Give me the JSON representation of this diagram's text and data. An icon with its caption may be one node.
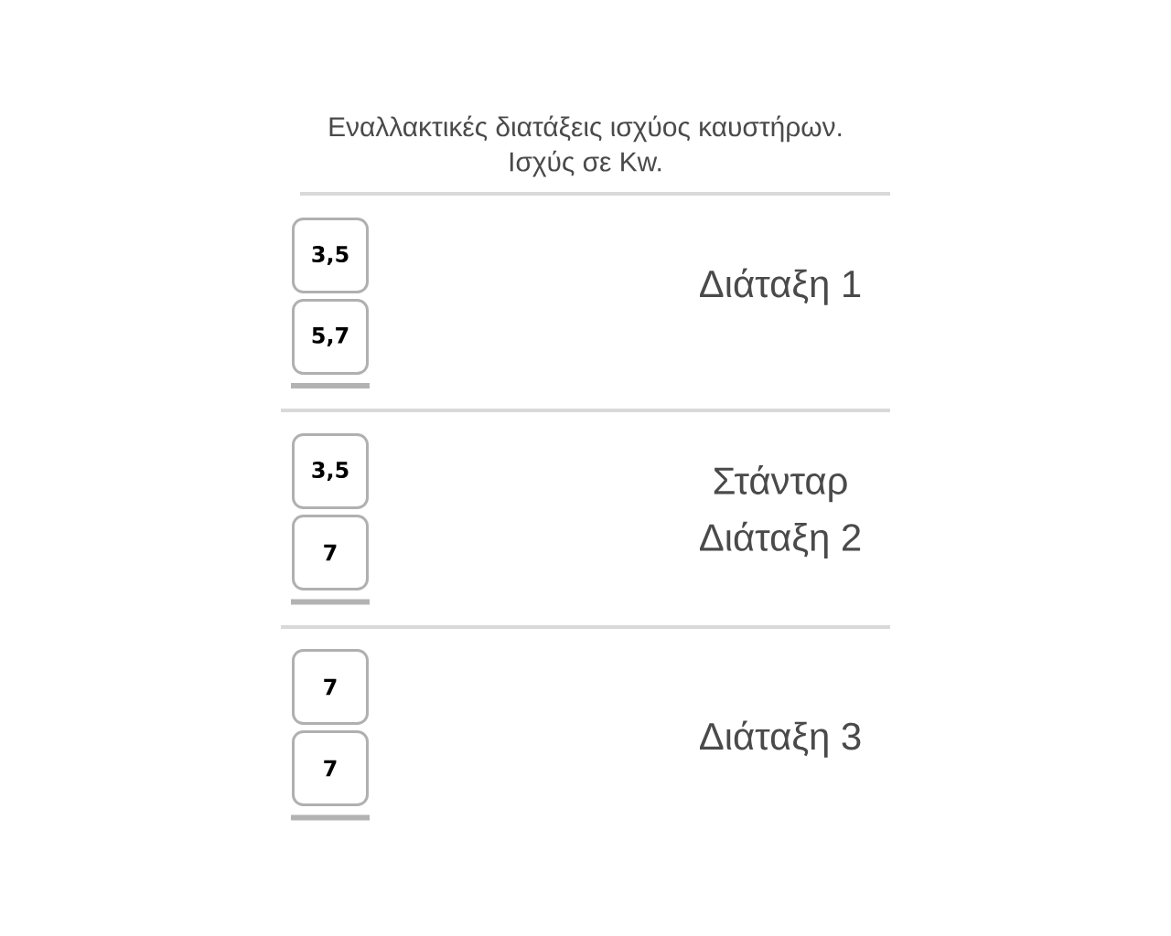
{
  "diagram": {
    "title": "Εναλλακτικές διατάξεις ισχύος καυστήρων. Ισχύς σε Kw.",
    "nodes": [
      {
        "text": [
          "3,5"
        ]
      },
      {
        "text": [
          "5,7"
        ]
      },
      {
        "text": [
          "3,5"
        ]
      },
      {
        "text": [
          "7"
        ]
      },
      {
        "text": [
          "7"
        ]
      },
      {
        "text": [
          "7"
        ]
      }
    ],
    "labels": [
      "Διάταξη 1",
      "Στάνταρ Διάταξη 2",
      "Διάταξη 3"
    ]
  }
}
